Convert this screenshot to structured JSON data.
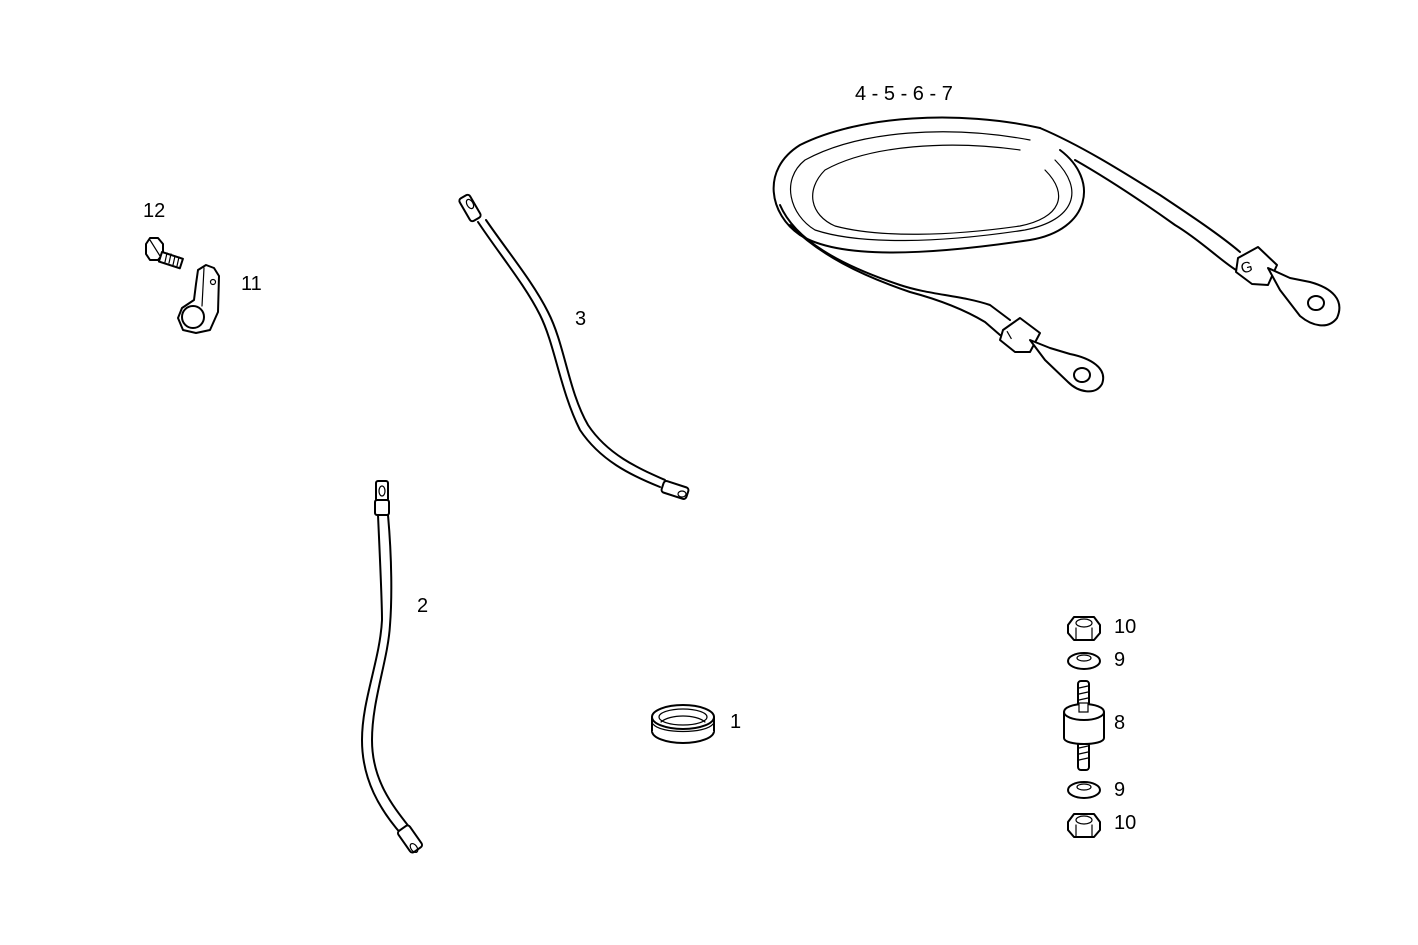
{
  "diagram": {
    "type": "exploded-parts-view",
    "background": "#ffffff",
    "line_color": "#000000",
    "parts": [
      {
        "id": "12",
        "label": "12",
        "name": "Flange bolt"
      },
      {
        "id": "11",
        "label": "11",
        "name": "Cable clamp"
      },
      {
        "id": "3",
        "label": "3",
        "name": "Ground cable"
      },
      {
        "id": "2",
        "label": "2",
        "name": "Ground cable"
      },
      {
        "id": "4-7",
        "label": "4 - 5 - 6 - 7",
        "name": "Battery cable with ring terminals",
        "terminal_markings": [
          "I",
          "G"
        ]
      },
      {
        "id": "1",
        "label": "1",
        "name": "Grommet"
      },
      {
        "id": "10a",
        "label": "10",
        "name": "Nut"
      },
      {
        "id": "9a",
        "label": "9",
        "name": "Washer"
      },
      {
        "id": "8",
        "label": "8",
        "name": "Rubber mount (double stud)"
      },
      {
        "id": "9b",
        "label": "9",
        "name": "Washer"
      },
      {
        "id": "10b",
        "label": "10",
        "name": "Nut"
      }
    ]
  }
}
